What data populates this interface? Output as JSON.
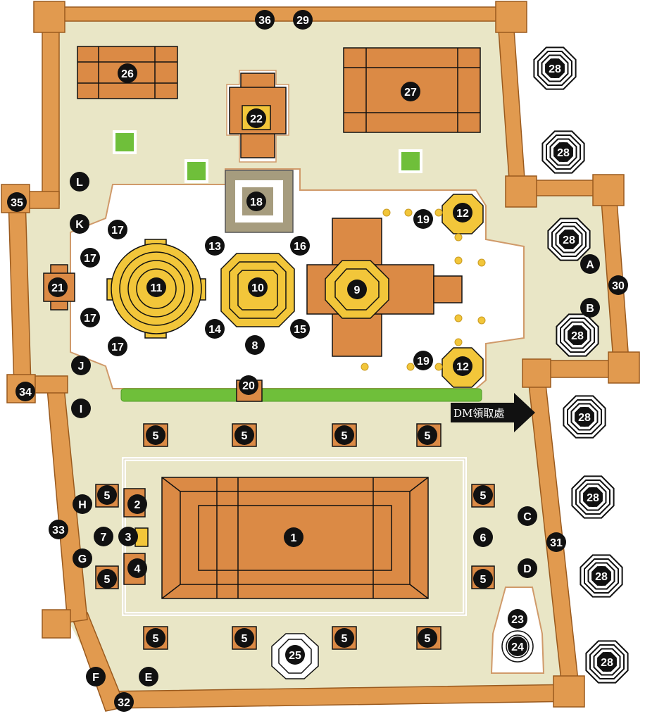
{
  "map": {
    "colors": {
      "ground": "#e9e6c6",
      "wall": "#e19a4f",
      "wall_dark": "#9a5a1e",
      "building": "#db8a45",
      "gold": "#f2c63a",
      "platform": "#ffffff",
      "lawn": "#6fbf3a",
      "marker": "#111111",
      "marker_text": "#ffffff",
      "stupa_stroke": "#111111"
    },
    "arrow_label": "DM領取處",
    "labels": {
      "n1": "1",
      "n2": "2",
      "n3": "3",
      "n4": "4",
      "n5": "5",
      "n6": "6",
      "n7": "7",
      "n8": "8",
      "n9": "9",
      "n10": "10",
      "n11": "11",
      "n12": "12",
      "n13": "13",
      "n14": "14",
      "n15": "15",
      "n16": "16",
      "n17": "17",
      "n18": "18",
      "n19": "19",
      "n20": "20",
      "n21": "21",
      "n22": "22",
      "n23": "23",
      "n24": "24",
      "n25": "25",
      "n26": "26",
      "n27": "27",
      "n28": "28",
      "n29": "29",
      "n30": "30",
      "n31": "31",
      "n32": "32",
      "n33": "33",
      "n34": "34",
      "n35": "35",
      "n36": "36",
      "gA": "A",
      "gB": "B",
      "gC": "C",
      "gD": "D",
      "gE": "E",
      "gF": "F",
      "gG": "G",
      "gH": "H",
      "gI": "I",
      "gJ": "J",
      "gK": "K",
      "gL": "L"
    }
  }
}
